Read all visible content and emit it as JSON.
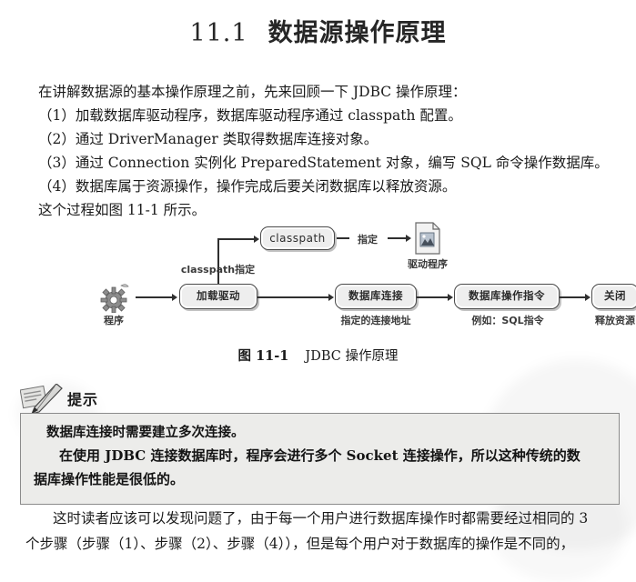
{
  "document": {
    "section_number": "11.1",
    "section_title": "数据源操作原理"
  },
  "intro": {
    "lead": "在讲解数据源的基本操作原理之前，先来回顾一下 JDBC 操作原理：",
    "steps": [
      "（1）加载数据库驱动程序，数据库驱动程序通过 classpath 配置。",
      "（2）通过 DriverManager 类取得数据库连接对象。",
      "（3）通过 Connection 实例化 PreparedStatement 对象，编写 SQL 命令操作数据库。",
      "（4）数据库属于资源操作，操作完成后要关闭数据库以释放资源。"
    ],
    "closing_ref": "这个过程如图 11-1 所示。"
  },
  "figure": {
    "caption_label": "图 11-1",
    "caption_text": "JDBC 操作原理",
    "nodes": {
      "program": "程序",
      "load_driver": "加载驱动",
      "classpath": "classpath",
      "driver_file": "驱动程序",
      "db_connection": "数据库连接",
      "db_operation": "数据库操作指令",
      "close": "关闭"
    },
    "edge_labels": {
      "classpath_specify": "classpath指定",
      "specify": "指定",
      "connection_address": "指定的连接地址",
      "sql_example": "例如：SQL指令",
      "release_resource": "释放资源"
    }
  },
  "tip": {
    "header": "提示",
    "headline": "数据库连接时需要建立多次连接。",
    "paragraph_lines": [
      "在使用 JDBC 连接数据库时，程序会进行多个 Socket 连接操作，所以这种传统的数",
      "据库操作性能是很低的。"
    ]
  },
  "closing_paragraph": {
    "lines": [
      "这时读者应该可以发现问题了，由于每一个用户进行数据库操作时都需要经过相同的 3",
      "个步骤（步骤（1）、步骤（2）、步骤（4）），但是每个用户对于数据库的操作是不同的，"
    ]
  },
  "colors": {
    "page_background": "#ffffff",
    "text": "#1b1b1b",
    "tip_background": "#ececea",
    "tip_border": "#8b8b8b",
    "node_fill": "#eeeeee",
    "node_border": "#4a4a4a",
    "connector": "#2f2f2f"
  }
}
